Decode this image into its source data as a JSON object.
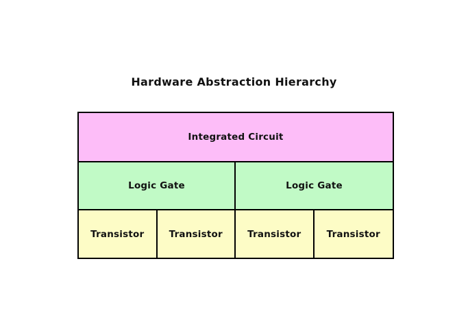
{
  "page": {
    "background_color": "#ffffff",
    "border_color": "#000000",
    "text_color": "#111111"
  },
  "title": "Hardware Abstraction Hierarchy",
  "diagram": {
    "name": "hardware-abstraction-hierarchy",
    "levels": [
      {
        "id": "integrated-circuit-level",
        "fill": "#fdbdf8",
        "cells": [
          "Integrated Circuit"
        ]
      },
      {
        "id": "logic-gate-level",
        "fill": "#c1fac6",
        "cells": [
          "Logic Gate",
          "Logic Gate"
        ]
      },
      {
        "id": "transistor-level",
        "fill": "#fdfcc6",
        "cells": [
          "Transistor",
          "Transistor",
          "Transistor",
          "Transistor"
        ]
      }
    ]
  }
}
